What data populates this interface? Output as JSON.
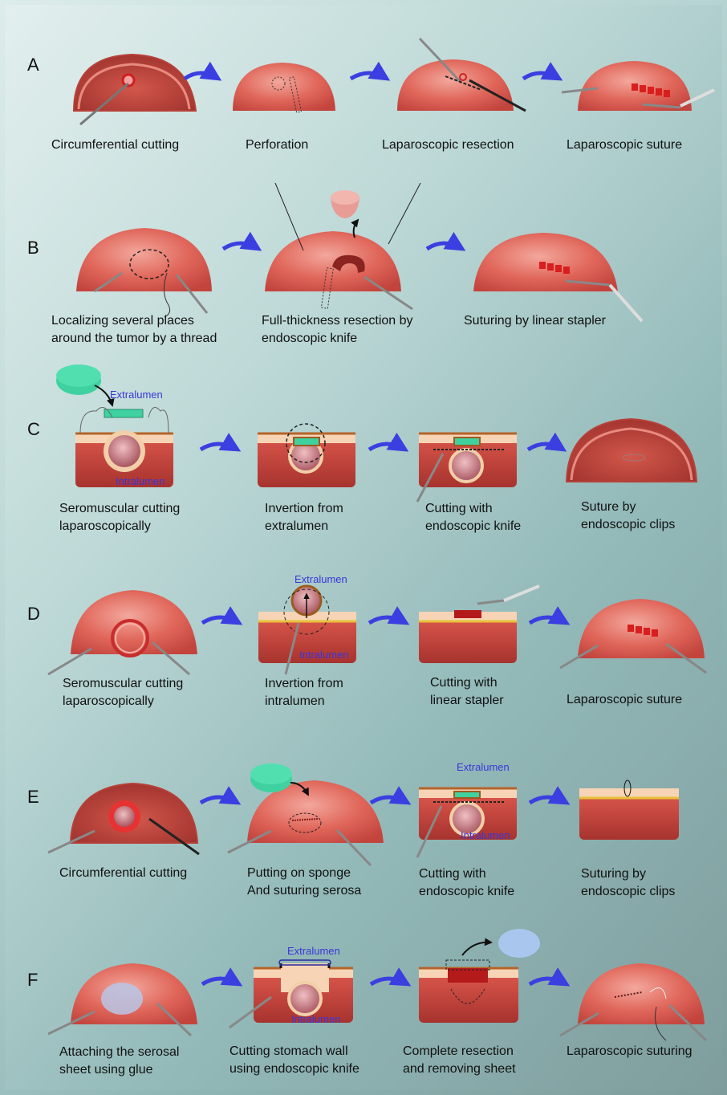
{
  "rows": [
    {
      "letter": "A",
      "captions": [
        "Circumferential cutting",
        "Perforation",
        "Laparoscopic resection",
        "Laparoscopic suture"
      ]
    },
    {
      "letter": "B",
      "captions": [
        "Localizing several places\naround the tumor by a thread",
        "Full-thickness resection by\nendoscopic knife",
        "Suturing by linear stapler"
      ]
    },
    {
      "letter": "C",
      "captions": [
        "Seromuscular cutting\nlaparoscopically",
        "Invertion from\nextralumen",
        "Cutting with\nendoscopic knife",
        "Suture by\nendoscopic clips"
      ]
    },
    {
      "letter": "D",
      "captions": [
        "Seromuscular cutting\nlaparoscopically",
        "Invertion from\nintralumen",
        "Cutting with\nlinear stapler",
        "Laparoscopic suture"
      ]
    },
    {
      "letter": "E",
      "captions": [
        "Circumferential cutting",
        "Putting on sponge\nAnd suturing serosa",
        "Cutting with\nendoscopic knife",
        "Suturing by\nendoscopic clips"
      ]
    },
    {
      "letter": "F",
      "captions": [
        "Attaching the serosal\nsheet using glue",
        "Cutting stomach wall\nusing endoscopic knife",
        "Complete resection\nand removing sheet",
        "Laparoscopic suturing"
      ]
    }
  ],
  "labels": {
    "extralumen": "Extralumen",
    "intralumen": "Intralumen"
  },
  "colors": {
    "tissue": "#e26a5c",
    "arrow": "#3b3ee0",
    "label_blue": "#3a36d8",
    "sponge": "#3fd1a0"
  }
}
